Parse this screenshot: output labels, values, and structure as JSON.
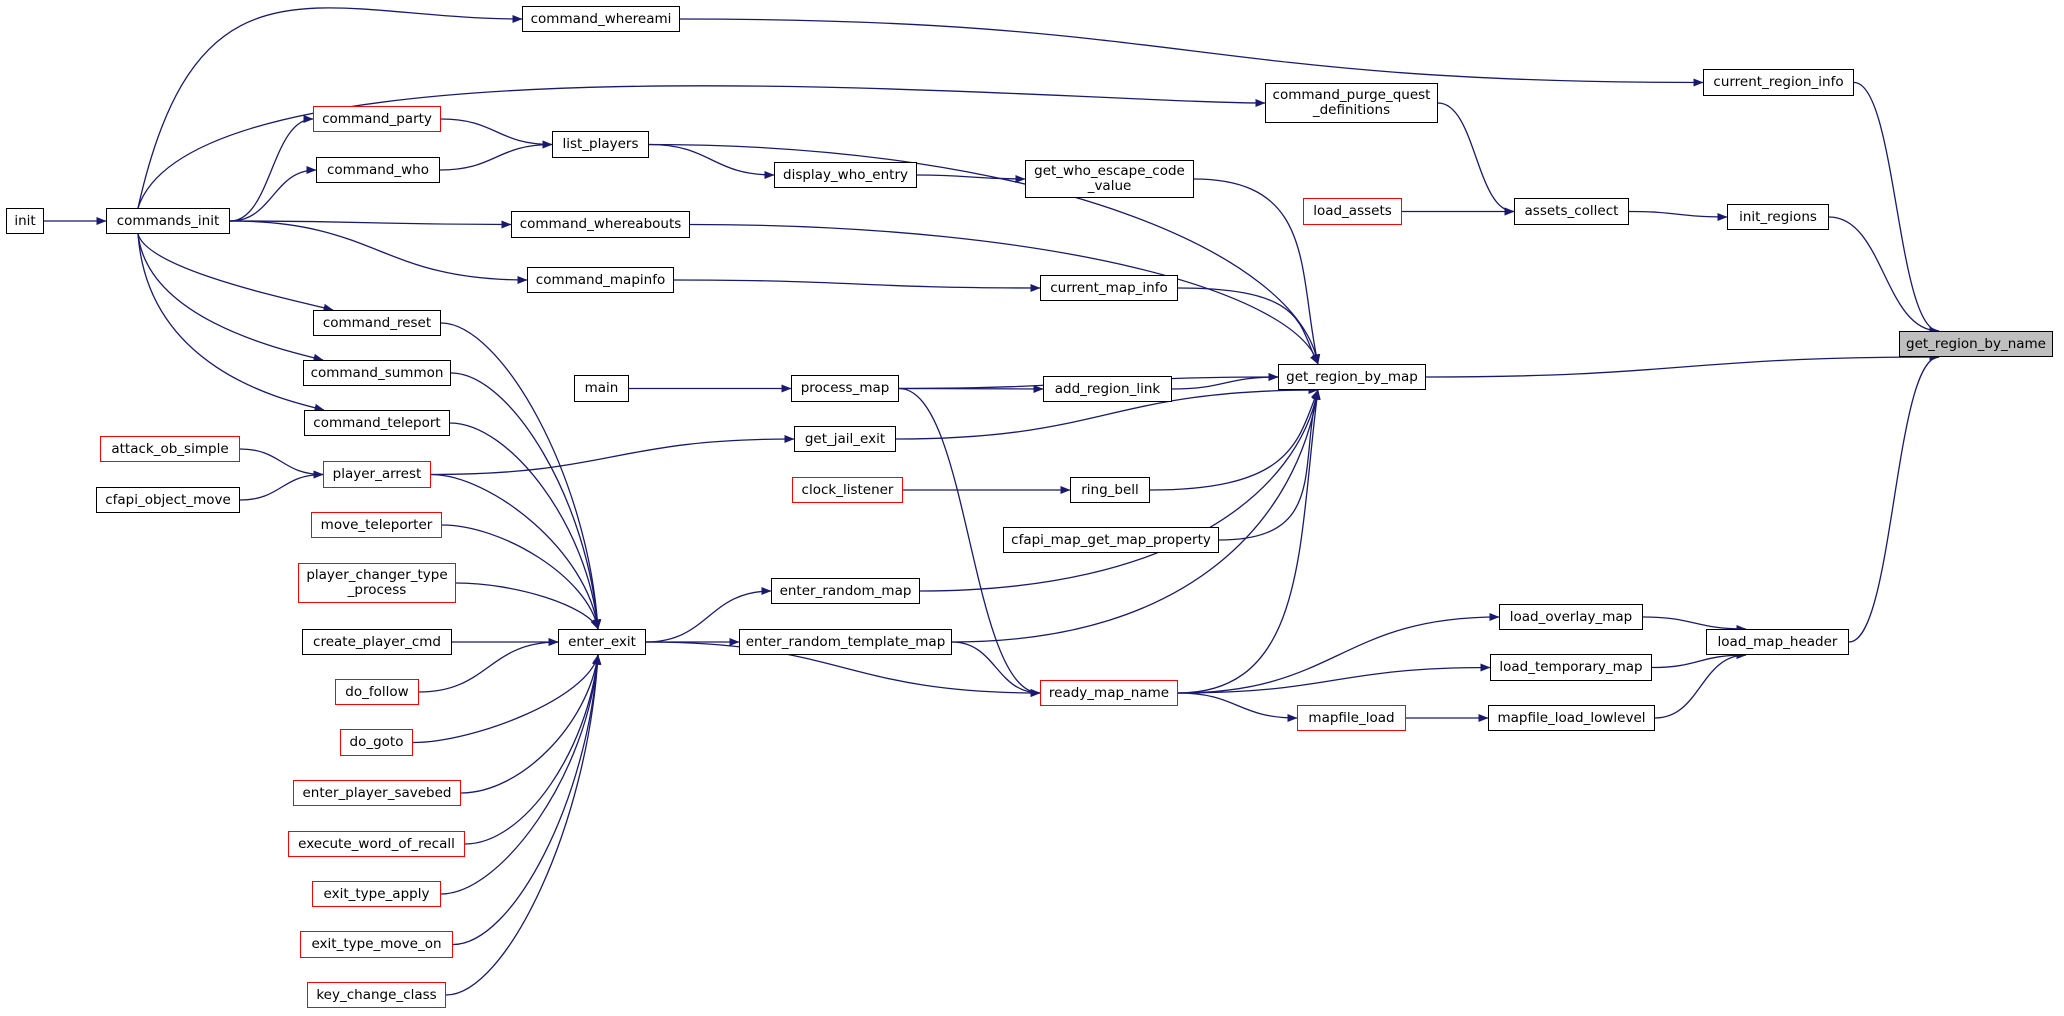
{
  "graph": {
    "root": "get_region_by_name",
    "edge_color": "#191970",
    "nodes": {
      "init": {
        "label": "init",
        "border": "black"
      },
      "commands_init": {
        "label": "commands_init",
        "border": "black"
      },
      "command_whereami": {
        "label": "command_whereami",
        "border": "black"
      },
      "command_party": {
        "label": "command_party",
        "border": "red"
      },
      "command_who": {
        "label": "command_who",
        "border": "black"
      },
      "list_players": {
        "label": "list_players",
        "border": "black"
      },
      "display_who_entry": {
        "label": "display_who_entry",
        "border": "black"
      },
      "command_whereabouts": {
        "label": "command_whereabouts",
        "border": "black"
      },
      "command_mapinfo": {
        "label": "command_mapinfo",
        "border": "black"
      },
      "command_reset": {
        "label": "command_reset",
        "border": "black"
      },
      "command_summon": {
        "label": "command_summon",
        "border": "black"
      },
      "command_teleport": {
        "label": "command_teleport",
        "border": "black"
      },
      "attack_ob_simple": {
        "label": "attack_ob_simple",
        "border": "red"
      },
      "player_arrest": {
        "label": "player_arrest",
        "border": "red"
      },
      "cfapi_object_move": {
        "label": "cfapi_object_move",
        "border": "black"
      },
      "move_teleporter": {
        "label": "move_teleporter",
        "border": "red"
      },
      "player_changer_type_process": {
        "label": "player_changer_type\n_process",
        "border": "red"
      },
      "create_player_cmd": {
        "label": "create_player_cmd",
        "border": "black"
      },
      "do_follow": {
        "label": "do_follow",
        "border": "red"
      },
      "do_goto": {
        "label": "do_goto",
        "border": "red"
      },
      "enter_player_savebed": {
        "label": "enter_player_savebed",
        "border": "red"
      },
      "execute_word_of_recall": {
        "label": "execute_word_of_recall",
        "border": "red"
      },
      "exit_type_apply": {
        "label": "exit_type_apply",
        "border": "red"
      },
      "exit_type_move_on": {
        "label": "exit_type_move_on",
        "border": "red"
      },
      "key_change_class": {
        "label": "key_change_class",
        "border": "red"
      },
      "enter_exit": {
        "label": "enter_exit",
        "border": "black"
      },
      "main": {
        "label": "main",
        "border": "black"
      },
      "process_map": {
        "label": "process_map",
        "border": "black"
      },
      "get_jail_exit": {
        "label": "get_jail_exit",
        "border": "black"
      },
      "clock_listener": {
        "label": "clock_listener",
        "border": "red"
      },
      "enter_random_map": {
        "label": "enter_random_map",
        "border": "black"
      },
      "enter_random_template_map": {
        "label": "enter_random_template_map",
        "border": "black"
      },
      "ready_map_name": {
        "label": "ready_map_name",
        "border": "red"
      },
      "get_who_escape_code_value": {
        "label": "get_who_escape_code\n_value",
        "border": "black"
      },
      "current_map_info": {
        "label": "current_map_info",
        "border": "black"
      },
      "add_region_link": {
        "label": "add_region_link",
        "border": "black"
      },
      "ring_bell": {
        "label": "ring_bell",
        "border": "black"
      },
      "cfapi_map_get_map_property": {
        "label": "cfapi_map_get_map_property",
        "border": "black"
      },
      "command_purge_quest_definitions": {
        "label": "command_purge_quest\n_definitions",
        "border": "black"
      },
      "load_assets": {
        "label": "load_assets",
        "border": "red"
      },
      "assets_collect": {
        "label": "assets_collect",
        "border": "black"
      },
      "get_region_by_map": {
        "label": "get_region_by_map",
        "border": "black"
      },
      "load_overlay_map": {
        "label": "load_overlay_map",
        "border": "black"
      },
      "load_temporary_map": {
        "label": "load_temporary_map",
        "border": "black"
      },
      "mapfile_load": {
        "label": "mapfile_load",
        "border": "red"
      },
      "mapfile_load_lowlevel": {
        "label": "mapfile_load_lowlevel",
        "border": "black"
      },
      "current_region_info": {
        "label": "current_region_info",
        "border": "black"
      },
      "init_regions": {
        "label": "init_regions",
        "border": "black"
      },
      "load_map_header": {
        "label": "load_map_header",
        "border": "black"
      },
      "get_region_by_name": {
        "label": "get_region_by_name",
        "border": "black"
      }
    },
    "edges": [
      [
        "init",
        "commands_init"
      ],
      [
        "commands_init",
        "command_whereami"
      ],
      [
        "commands_init",
        "command_purge_quest_definitions"
      ],
      [
        "commands_init",
        "command_party"
      ],
      [
        "commands_init",
        "command_who"
      ],
      [
        "commands_init",
        "command_whereabouts"
      ],
      [
        "commands_init",
        "command_mapinfo"
      ],
      [
        "commands_init",
        "command_reset"
      ],
      [
        "commands_init",
        "command_summon"
      ],
      [
        "commands_init",
        "command_teleport"
      ],
      [
        "command_party",
        "list_players"
      ],
      [
        "command_who",
        "list_players"
      ],
      [
        "list_players",
        "display_who_entry"
      ],
      [
        "list_players",
        "get_region_by_map"
      ],
      [
        "display_who_entry",
        "get_who_escape_code_value"
      ],
      [
        "get_who_escape_code_value",
        "get_region_by_map"
      ],
      [
        "command_whereabouts",
        "get_region_by_map"
      ],
      [
        "command_mapinfo",
        "current_map_info"
      ],
      [
        "current_map_info",
        "get_region_by_map"
      ],
      [
        "command_reset",
        "enter_exit"
      ],
      [
        "command_summon",
        "enter_exit"
      ],
      [
        "command_teleport",
        "enter_exit"
      ],
      [
        "attack_ob_simple",
        "player_arrest"
      ],
      [
        "cfapi_object_move",
        "player_arrest"
      ],
      [
        "player_arrest",
        "get_jail_exit"
      ],
      [
        "player_arrest",
        "enter_exit"
      ],
      [
        "move_teleporter",
        "enter_exit"
      ],
      [
        "player_changer_type_process",
        "enter_exit"
      ],
      [
        "create_player_cmd",
        "enter_exit"
      ],
      [
        "do_follow",
        "enter_exit"
      ],
      [
        "do_goto",
        "enter_exit"
      ],
      [
        "enter_player_savebed",
        "enter_exit"
      ],
      [
        "execute_word_of_recall",
        "enter_exit"
      ],
      [
        "exit_type_apply",
        "enter_exit"
      ],
      [
        "exit_type_move_on",
        "enter_exit"
      ],
      [
        "key_change_class",
        "enter_exit"
      ],
      [
        "enter_exit",
        "enter_random_map"
      ],
      [
        "enter_exit",
        "enter_random_template_map"
      ],
      [
        "enter_exit",
        "ready_map_name"
      ],
      [
        "enter_random_map",
        "get_region_by_map"
      ],
      [
        "enter_random_template_map",
        "get_region_by_map"
      ],
      [
        "enter_random_template_map",
        "ready_map_name"
      ],
      [
        "main",
        "process_map"
      ],
      [
        "process_map",
        "add_region_link"
      ],
      [
        "process_map",
        "get_region_by_map"
      ],
      [
        "process_map",
        "ready_map_name"
      ],
      [
        "add_region_link",
        "get_region_by_map"
      ],
      [
        "get_jail_exit",
        "get_region_by_map"
      ],
      [
        "clock_listener",
        "ring_bell"
      ],
      [
        "ring_bell",
        "get_region_by_map"
      ],
      [
        "cfapi_map_get_map_property",
        "get_region_by_map"
      ],
      [
        "ready_map_name",
        "get_region_by_map"
      ],
      [
        "ready_map_name",
        "load_overlay_map"
      ],
      [
        "ready_map_name",
        "load_temporary_map"
      ],
      [
        "ready_map_name",
        "mapfile_load"
      ],
      [
        "mapfile_load",
        "mapfile_load_lowlevel"
      ],
      [
        "load_overlay_map",
        "load_map_header"
      ],
      [
        "load_temporary_map",
        "load_map_header"
      ],
      [
        "mapfile_load_lowlevel",
        "load_map_header"
      ],
      [
        "load_map_header",
        "get_region_by_name"
      ],
      [
        "command_whereami",
        "current_region_info"
      ],
      [
        "current_region_info",
        "get_region_by_name"
      ],
      [
        "command_purge_quest_definitions",
        "assets_collect"
      ],
      [
        "load_assets",
        "assets_collect"
      ],
      [
        "assets_collect",
        "init_regions"
      ],
      [
        "init_regions",
        "get_region_by_name"
      ],
      [
        "get_region_by_map",
        "get_region_by_name"
      ]
    ]
  }
}
